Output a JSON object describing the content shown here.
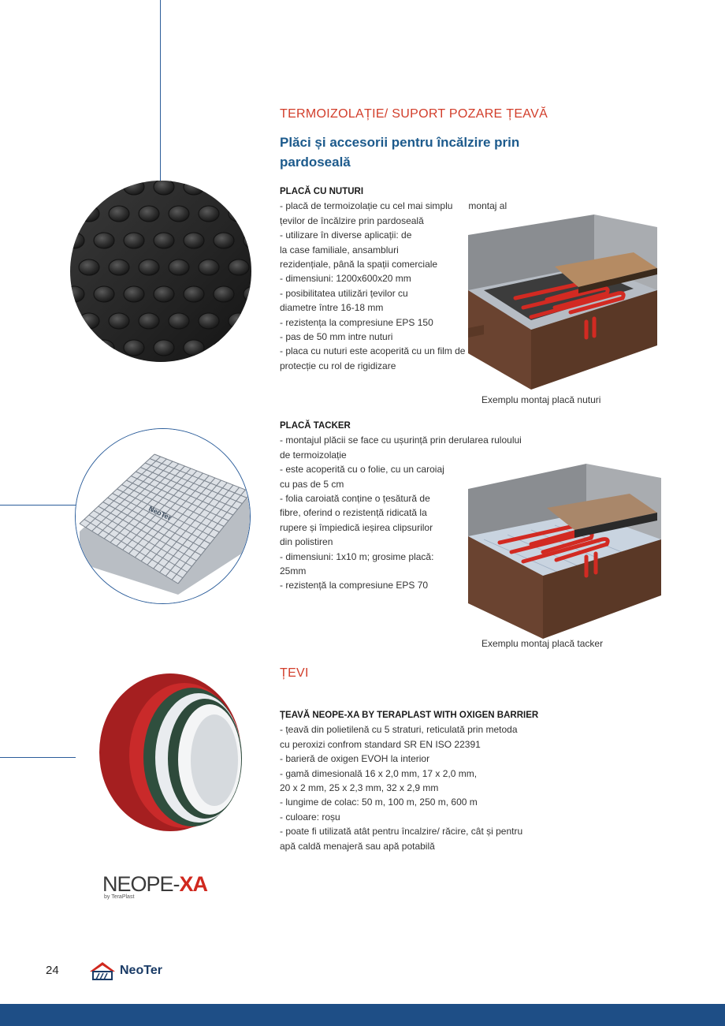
{
  "section1": {
    "title": "TERMOIZOLAȚIE/ SUPORT POZARE ȚEAVĂ",
    "subtitle_line1": "Plăci și accesorii pentru încălzire prin",
    "subtitle_line2": "pardoseală"
  },
  "nuturi": {
    "heading": "PLACĂ CU NUTURI",
    "lines": [
      "- placă de termoizolație cu cel mai simplu      montaj al",
      "țevilor de încălzire prin pardoseală",
      "- utilizare în diverse aplicații: de",
      "la case familiale, ansambluri",
      "rezidențiale, până la spații comerciale",
      "- dimensiuni: 1200x600x20 mm",
      "- posibilitatea utilizări țevilor cu",
      "diametre între 16-18 mm",
      "- rezistența la compresiune EPS 150",
      "- pas de 50 mm intre nuturi",
      "- placa cu nuturi este acoperită cu un film de",
      "protecție cu rol de rigidizare"
    ],
    "caption": "Exemplu montaj placă nuturi"
  },
  "tacker": {
    "heading": "PLACĂ TACKER",
    "lines": [
      "- montajul plăcii se face cu ușurință prin derularea ruloului",
      "de termoizolație",
      "- este acoperită cu o folie, cu un caroiaj",
      "cu pas de 5 cm",
      "- folia caroiată conține o țesătură de",
      "fibre, oferind o rezistență ridicată la",
      "rupere și împiedică ieșirea clipsurilor",
      "din polistiren",
      "- dimensiuni: 1x10 m; grosime placă:",
      "25mm",
      "- rezistență la compresiune EPS 70"
    ],
    "caption": "Exemplu montaj placă tacker",
    "board_logo": "NeoTer"
  },
  "section2": {
    "title": "ȚEVI"
  },
  "pipe": {
    "heading": "ȚEAVĂ NEOPE-XA BY TERAPLAST WITH OXIGEN BARRIER",
    "lines": [
      "- țeavă din polietilenă cu 5 straturi, reticulată prin metoda",
      "cu peroxizi confrom standard SR EN ISO 22391",
      "- barieră de oxigen EVOH la interior",
      "- gamă dimesională 16 x 2,0 mm, 17 x 2,0 mm,",
      "20 x 2 mm, 25 x 2,3 mm, 32 x 2,9 mm",
      "- lungime de colac: 50 m, 100 m, 250 m, 600 m",
      "- culoare: roșu",
      "- poate fi utilizată atât pentru încalzire/ răcire, cât și pentru",
      "apă caldă menajeră sau apă potabilă"
    ]
  },
  "neope_logo": {
    "main": "NEOPE-",
    "accent": "XA",
    "sub": "by TeraPlast"
  },
  "footer": {
    "page_number": "24",
    "brand": "NeoTer"
  },
  "colors": {
    "accent_red": "#d23d2a",
    "title_blue": "#1c5a8c",
    "line_blue": "#2b5d9a",
    "footer_blue": "#1e4e86"
  }
}
